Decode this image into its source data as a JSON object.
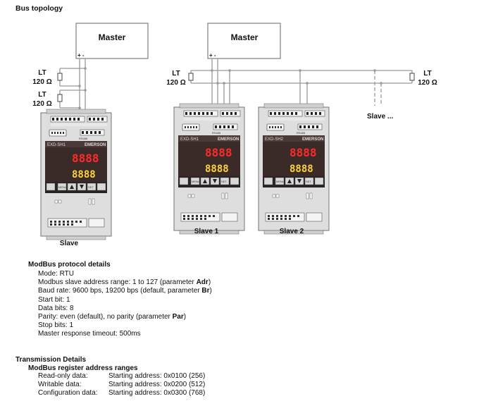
{
  "title": "Bus topology",
  "diagram": {
    "master_left": "Master",
    "master_right": "Master",
    "plus_minus": "+ -",
    "lt": "LT",
    "ohm": "120 Ω",
    "slave_left": "Slave",
    "slave1": "Slave 1",
    "slave2": "Slave 2",
    "slave_more": "Slave ...",
    "device_model_a": "EXD-SH1",
    "device_model_b": "EXD-SH2",
    "brand": "EMERSON",
    "display_top": "8888",
    "display_bottom": "8888",
    "key_menu": "MENU",
    "key_set": "SET",
    "rs485": "RS485"
  },
  "modbus": {
    "heading": "ModBus protocol details",
    "lines": [
      {
        "text": "Mode: RTU",
        "bold": "",
        "tail": ""
      },
      {
        "text": "Modbus slave address range: 1 to 127 (parameter ",
        "bold": "Adr",
        "tail": ")"
      },
      {
        "text": "Baud rate: 9600 bps, 19200 bps (default, parameter ",
        "bold": "Br",
        "tail": ")"
      },
      {
        "text": "Start bit: 1",
        "bold": "",
        "tail": ""
      },
      {
        "text": "Data bits: 8",
        "bold": "",
        "tail": ""
      },
      {
        "text": "Parity: even (default), no parity (parameter ",
        "bold": "Par",
        "tail": ")"
      },
      {
        "text": "Stop bits: 1",
        "bold": "",
        "tail": ""
      },
      {
        "text": "Master response timeout: 500ms",
        "bold": "",
        "tail": ""
      }
    ]
  },
  "transmission": {
    "heading": "Transmission Details",
    "subheading": "ModBus register address ranges",
    "rows": [
      {
        "label": "Read-only data:",
        "value": "Starting address: 0x0100 (256)"
      },
      {
        "label": "Writable data:",
        "value": "Starting address: 0x0200 (512)"
      },
      {
        "label": "Configuration data:",
        "value": "Starting address: 0x0300 (768)"
      }
    ]
  }
}
